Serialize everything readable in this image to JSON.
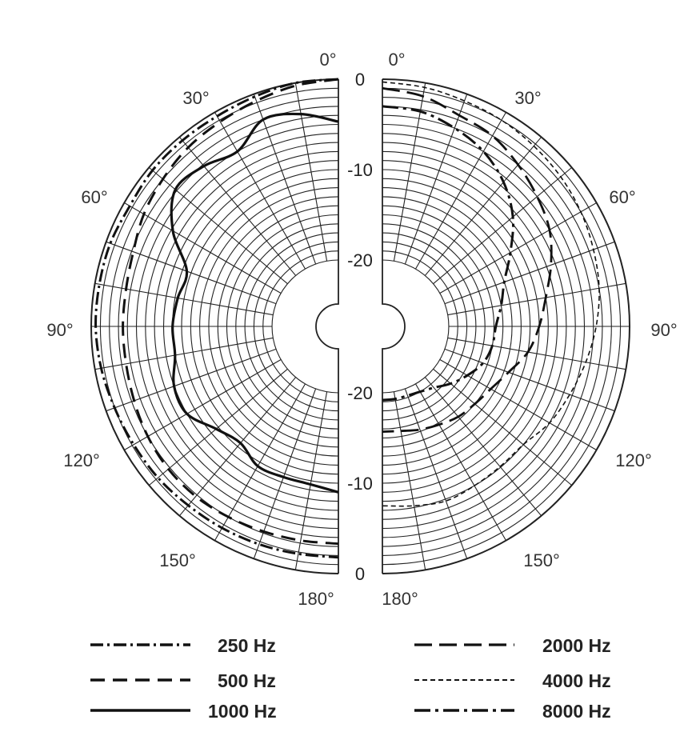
{
  "chart_data": {
    "type": "polar",
    "title": "",
    "angles_deg": [
      0,
      10,
      20,
      30,
      40,
      50,
      60,
      70,
      80,
      90,
      100,
      110,
      120,
      130,
      140,
      150,
      160,
      170,
      180
    ],
    "angle_labels": [
      "0°",
      "30°",
      "60°",
      "90°",
      "120°",
      "150°",
      "180°"
    ],
    "radial_unit": "dB",
    "radial_range": [
      -20,
      0
    ],
    "radial_labels": [
      "0",
      "-10",
      "-20"
    ],
    "grid": true,
    "left_half": {
      "series": [
        {
          "name": "250 Hz",
          "style": "dash-dot",
          "values": [
            0,
            0,
            -0.3,
            -0.5,
            -0.5,
            -0.5,
            -0.7,
            -0.5,
            -0.5,
            -0.5,
            -0.7,
            -1,
            -1.2,
            -1.3,
            -1.5,
            -1.6,
            -1.7,
            -1.8,
            -1.8
          ]
        },
        {
          "name": "500 Hz",
          "style": "dashed",
          "values": [
            0,
            -0.3,
            -0.8,
            -1.2,
            -1.5,
            -2,
            -2.5,
            -3.2,
            -3.5,
            -3.5,
            -3.5,
            -3.3,
            -3,
            -2.8,
            -2.8,
            -3,
            -3.2,
            -3.3,
            -3.3
          ]
        },
        {
          "name": "1000 Hz",
          "style": "solid",
          "values": [
            -4.7,
            -3.5,
            -3,
            -5,
            -4.2,
            -3.8,
            -6.2,
            -9.5,
            -9.3,
            -9,
            -9,
            -8,
            -8,
            -9.7,
            -10.5,
            -9.5,
            -9.6,
            -9.6,
            -9
          ]
        }
      ]
    },
    "right_half": {
      "series": [
        {
          "name": "2000 Hz",
          "style": "long-dash",
          "values": [
            -1,
            -1.5,
            -2.5,
            -3,
            -4,
            -5,
            -6,
            -7.5,
            -9,
            -10,
            -11,
            -12.5,
            -13.5,
            -14,
            -14.3,
            -14.8,
            -15.2,
            -15.6,
            -15.7
          ]
        },
        {
          "name": "4000 Hz",
          "style": "short-dash",
          "values": [
            -0.3,
            -0.5,
            -0.8,
            -1,
            -1.3,
            -1.6,
            -2,
            -2.5,
            -3,
            -3.7,
            -4.5,
            -5.3,
            -6,
            -7,
            -7.1,
            -7,
            -6.8,
            -7.2,
            -7.5
          ]
        },
        {
          "name": "8000 Hz",
          "style": "long-dash-dot",
          "values": [
            -3,
            -3.2,
            -4,
            -5,
            -6.5,
            -8.5,
            -11,
            -13,
            -14,
            -14.8,
            -15,
            -15.5,
            -16.5,
            -17.5,
            -18.5,
            -19,
            -19.2,
            -19.2,
            -19.2
          ]
        }
      ]
    },
    "legend": [
      "250 Hz",
      "500 Hz",
      "1000 Hz",
      "2000 Hz",
      "4000 Hz",
      "8000 Hz"
    ],
    "legend_placement": "bottom"
  }
}
